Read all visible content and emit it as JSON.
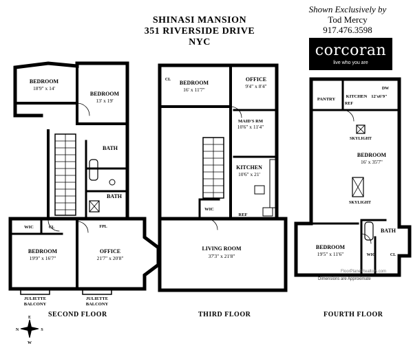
{
  "header": {
    "line1": "SHINASI MANSION",
    "line2": "351 RIVERSIDE DRIVE",
    "line3": "NYC"
  },
  "agent": {
    "shown_by": "Shown Exclusively by",
    "name": "Tod Mercy",
    "phone": "917.476.3598"
  },
  "logo": {
    "brand": "corcoran",
    "tagline": "live who you are"
  },
  "floors": {
    "second": {
      "label": "SECOND FLOOR",
      "rooms": {
        "bedroom_a": {
          "name": "BEDROOM",
          "dims": "18'9\" x 14'"
        },
        "bedroom_b": {
          "name": "BEDROOM",
          "dims": "13' x 19'"
        },
        "bath_a": "BATH",
        "bath_b": "BATH",
        "bedroom_c": {
          "name": "BEDROOM",
          "dims": "19'9\" x 16'7\""
        },
        "office": {
          "name": "OFFICE",
          "dims": "21'7\" x 20'8\""
        },
        "wic": "WIC",
        "fpl": "FPL",
        "balcony_a": {
          "l1": "JULIETTE",
          "l2": "BALCONY"
        },
        "balcony_b": {
          "l1": "JULIETTE",
          "l2": "BALCONY"
        },
        "cl": "CL"
      }
    },
    "third": {
      "label": "THIRD FLOOR",
      "rooms": {
        "bedroom": {
          "name": "BEDROOM",
          "dims": "16' x 11'7\""
        },
        "office": {
          "name": "OFFICE",
          "dims": "9'4\" x 8'4\""
        },
        "maids": {
          "name": "MAID'S RM",
          "dims": "10'6\" x 11'4\""
        },
        "kitchen": {
          "name": "KITCHEN",
          "dims": "10'6\" x 21'"
        },
        "living": {
          "name": "LIVING ROOM",
          "dims": "37'3\" x 21'8\""
        },
        "wic": "WIC",
        "ref": "REF",
        "cl": "CL"
      }
    },
    "fourth": {
      "label": "FOURTH FLOOR",
      "rooms": {
        "pantry": "PANTRY",
        "kitchen": {
          "name": "KITCHEN",
          "dims": "12'x6'9\""
        },
        "dw": "DW",
        "ref": "REF",
        "skylight_a": "SKYLIGHT",
        "skylight_b": "SKYLIGHT",
        "bedroom_a": {
          "name": "BEDROOM",
          "dims": "16' x 35'7\""
        },
        "bath": "BATH",
        "bedroom_b": {
          "name": "BEDROOM",
          "dims": "19'5\" x 11'6\""
        },
        "wic": "WIC",
        "cl": "CL"
      }
    }
  },
  "compass": {
    "n": "N",
    "s": "S",
    "e": "E",
    "w": "W"
  },
  "credit": "FloorPlanetRealtors.com",
  "note": "Dimensions are Approximate"
}
